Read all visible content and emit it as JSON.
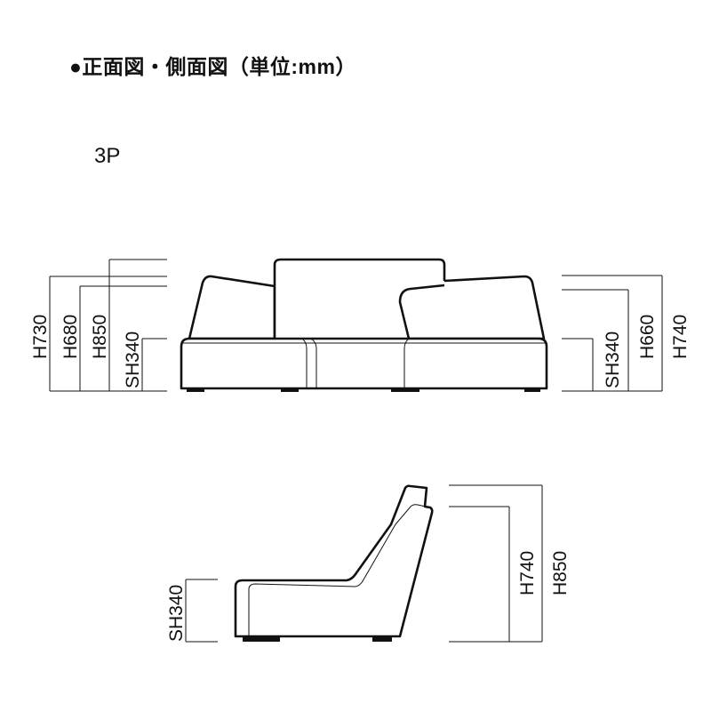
{
  "title": "●正面図・側面図（単位:mm）",
  "model_label": "3P",
  "front_view": {
    "left_dims": [
      "H730",
      "H680",
      "H850",
      "SH340"
    ],
    "right_dims": [
      "SH340",
      "H660",
      "H740"
    ]
  },
  "side_view": {
    "left_dims": [
      "SH340"
    ],
    "right_dims": [
      "H740",
      "H850"
    ]
  }
}
